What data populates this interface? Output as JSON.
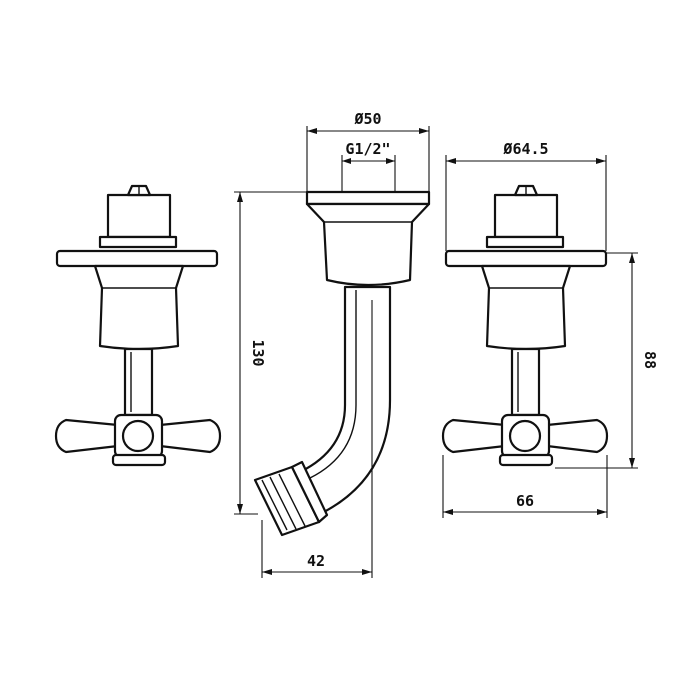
{
  "drawing": {
    "dimensions": {
      "spout_flange_diameter": "Ø50",
      "spout_thread": "G1/2\"",
      "valve_flange_diameter": "Ø64.5",
      "spout_height": "130",
      "spout_projection": "42",
      "valve_height": "88",
      "handle_width": "66"
    },
    "components": [
      "left-valve",
      "spout",
      "right-valve"
    ]
  }
}
